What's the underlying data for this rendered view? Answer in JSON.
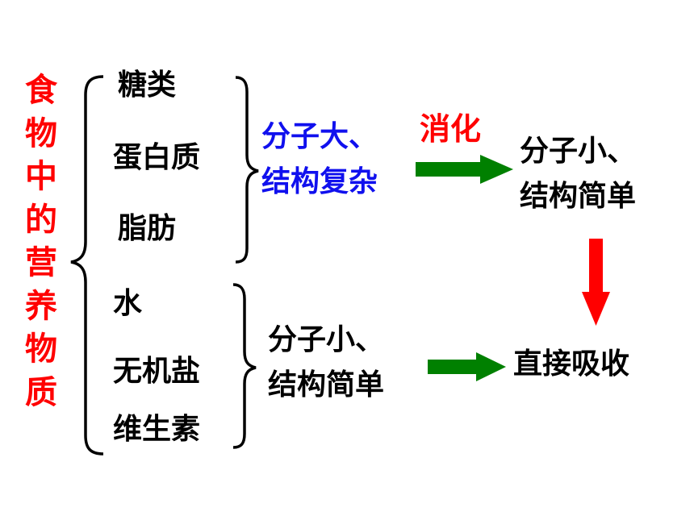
{
  "side_label": "食物中的营养物质",
  "group_complex": {
    "items": [
      "糖类",
      "蛋白质",
      "脂肪"
    ],
    "description_line1": "分子大、",
    "description_line2": "结构复杂"
  },
  "group_simple": {
    "items": [
      "水",
      "无机盐",
      "维生素"
    ],
    "description_line1": "分子小、",
    "description_line2": "结构简单"
  },
  "process_label": "消化",
  "digested_result": {
    "line1": "分子小、",
    "line2": "结构简单"
  },
  "final_result": "直接吸收",
  "colors": {
    "side_label": "#ff0000",
    "complex_text": "#1010ee",
    "process_label": "#ff0000",
    "green_arrow": "#008000",
    "red_arrow": "#ff0000"
  }
}
